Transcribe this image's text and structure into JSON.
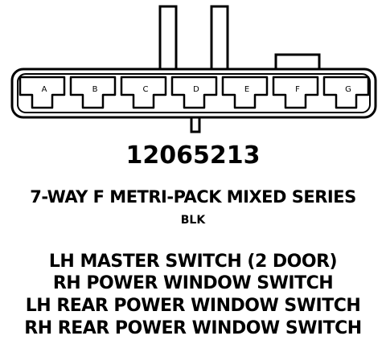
{
  "connector": {
    "part_number": "12065213",
    "type": "7-WAY F METRI-PACK MIXED SERIES",
    "color": "BLK",
    "cavities": [
      "A",
      "B",
      "C",
      "D",
      "E",
      "F",
      "G"
    ]
  },
  "usage": [
    "LH MASTER SWITCH (2 DOOR)",
    "RH POWER WINDOW SWITCH",
    "LH REAR POWER WINDOW SWITCH",
    "RH REAR POWER WINDOW SWITCH"
  ],
  "colors": {
    "ink": "#000000",
    "paper": "#ffffff"
  }
}
